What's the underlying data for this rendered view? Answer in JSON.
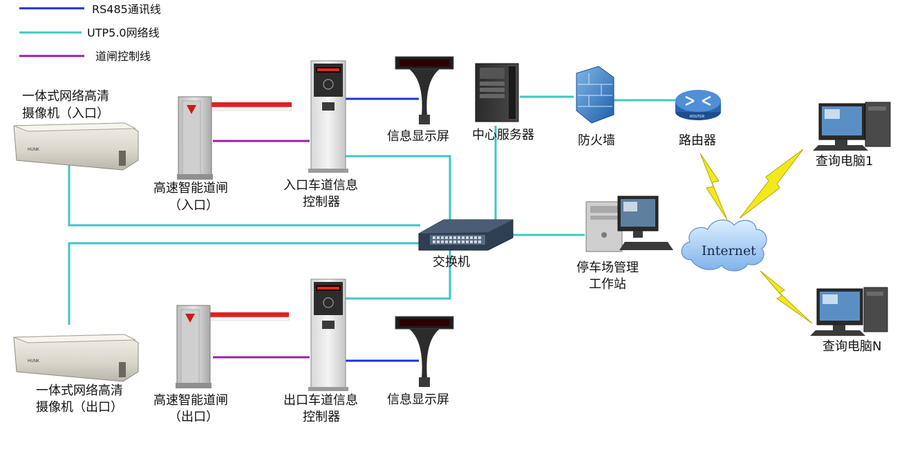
{
  "legend": [
    {
      "label": "RS485通讯线",
      "color": "#1f2fd6"
    },
    {
      "label": "UTP5.0网络线",
      "color": "#3cc7c2"
    },
    {
      "label": "道闸控制线",
      "color": "#9a1fa8"
    }
  ],
  "colors": {
    "rs485": "#1f2fd6",
    "utp": "#3cc7c2",
    "gate": "#9a1fa8",
    "lightning": "#f2e81c"
  },
  "labels": {
    "camera_in_1": "一体式网络高清",
    "camera_in_2": "摄像机（入口）",
    "camera_out_1": "一体式网络高清",
    "camera_out_2": "摄像机（出口）",
    "gate_in_1": "高速智能道闸",
    "gate_in_2": "（入口）",
    "gate_out_1": "高速智能道闸",
    "gate_out_2": "（出口）",
    "ctrl_in_1": "入口车道信息",
    "ctrl_in_2": "控制器",
    "ctrl_out_1": "出口车道信息",
    "ctrl_out_2": "控制器",
    "display_in": "信息显示屏",
    "display_out": "信息显示屏",
    "server": "中心服务器",
    "firewall": "防火墙",
    "router": "路由器",
    "switch": "交换机",
    "workstation_1": "停车场管理",
    "workstation_2": "工作站",
    "internet": "Internet",
    "query_pc_1": "查询电脑1",
    "query_pc_n": "查询电脑N",
    "router_badge": "ROUTER",
    "camera_brand": "HUNK"
  }
}
